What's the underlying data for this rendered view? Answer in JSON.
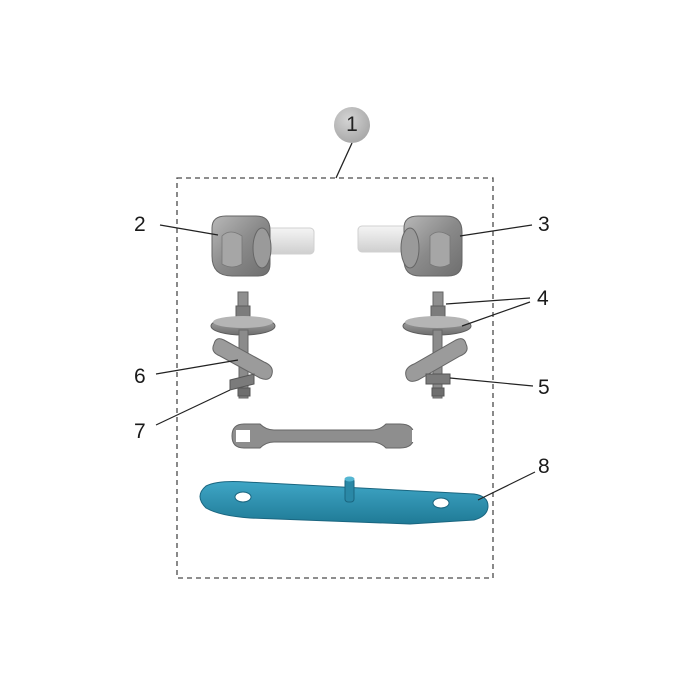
{
  "diagram": {
    "callouts": {
      "c1": "1",
      "c2": "2",
      "c3": "3",
      "c4": "4",
      "c5": "5",
      "c6": "6",
      "c7": "7",
      "c8": "8"
    },
    "colors": {
      "part_gray": "#8d8d8d",
      "part_dark": "#6b6b6b",
      "part_light": "#c2c2c2",
      "plate_blue": "#2f91b0",
      "plate_blue_dark": "#1e6f89",
      "frame": "#4a4a4a",
      "leader": "#222222"
    }
  }
}
